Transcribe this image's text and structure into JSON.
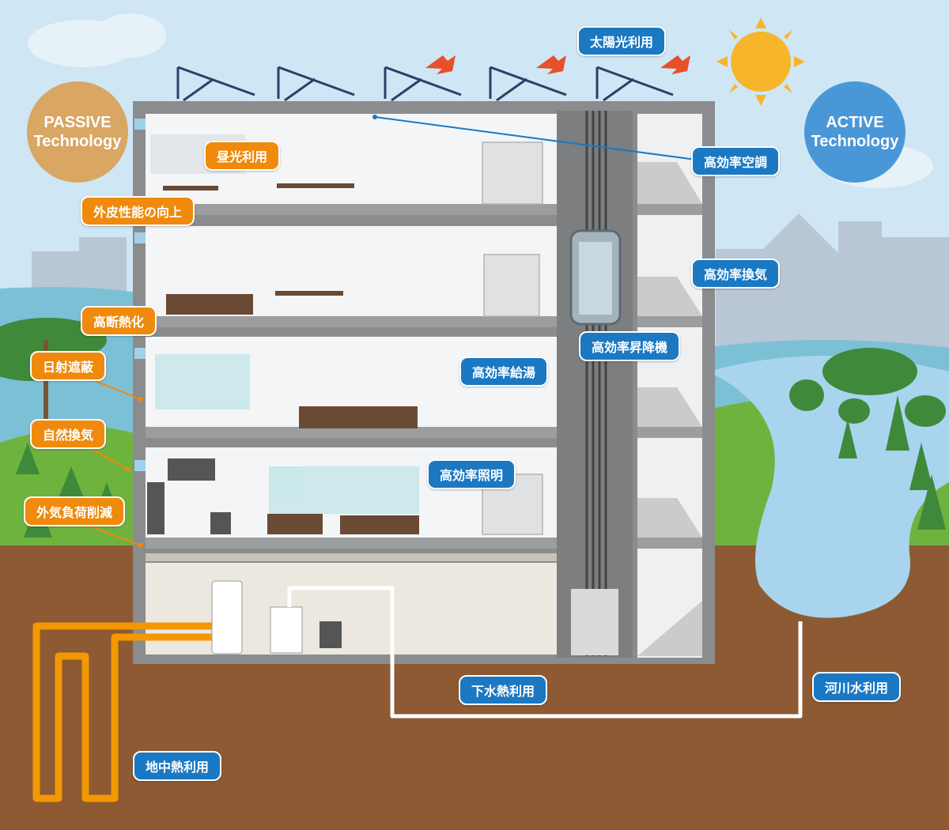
{
  "passive_circle": {
    "line1": "PASSIVE",
    "line2": "Technology"
  },
  "active_circle": {
    "line1": "ACTIVE",
    "line2": "Technology"
  },
  "passive_labels": {
    "daylight": "昼光利用",
    "envelope": "外皮性能の向上",
    "insulation": "高断熱化",
    "solar_shading": "日射遮蔽",
    "natural_ventilation": "自然換気",
    "load_reduction": "外気負荷削減"
  },
  "active_labels": {
    "solar": "太陽光利用",
    "air_conditioning": "高効率空調",
    "ventilation": "高効率換気",
    "elevator": "高効率昇降機",
    "hot_water": "高効率給湯",
    "lighting": "高効率照明",
    "sewage_heat": "下水熱利用",
    "river_water": "河川水利用",
    "geothermal": "地中熱利用"
  },
  "colors": {
    "sky": "#cfe6f4",
    "soil": "#8e5a33",
    "grass": "#6fb33f",
    "building_frame": "#8a8c8e",
    "passive_accent": "#ef8a0c",
    "active_accent": "#1b78c2",
    "geothermal_pipe": "#f39800",
    "river": "#a8d4ee",
    "sun": "#f7b52c"
  }
}
